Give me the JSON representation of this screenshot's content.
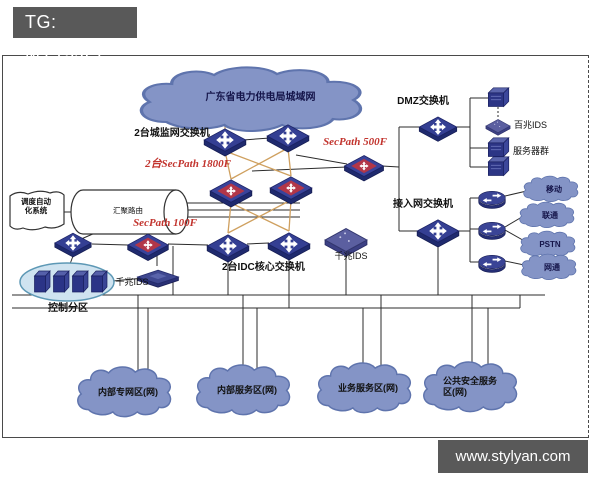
{
  "header": {
    "tag_label": "TG: MYYJJPP"
  },
  "footer": {
    "watermark": "www.stylyan.com"
  },
  "colors": {
    "banner_bg": "#595959",
    "cloud_fill": "#8494c6",
    "device_navy": "#343f93",
    "secpath_red": "#c2342e",
    "link_tan": "#cfa05f"
  },
  "diagram": {
    "wan_cloud_label": "广东省电力供电局城域网",
    "labels": {
      "city_switches": "2台城监网交换机",
      "secpath_1800": "2台SecPath 1800F",
      "secpath_500": "SecPath 500F",
      "secpath_100": "SecPath 100F",
      "dmz_switch": "DMZ交换机",
      "ids_100m": "百兆IDS",
      "server_cluster": "服务器群",
      "access_switch": "接入网交换机",
      "idc_core_switches": "2台IDC核心交换机",
      "gigabit_ids_mid": "千兆IDS",
      "gigabit_ids_left": "千兆IDS",
      "control_zone": "控制分区",
      "dispatch_system": "调度自动化系统",
      "trunk_cylinder": "汇聚路由"
    },
    "isp_clouds": [
      "移动",
      "联通",
      "PSTN",
      "网通"
    ],
    "zone_clouds": [
      "内部专网区(网)",
      "内部服务区(网)",
      "业务服务区(网)",
      "公共安全服务区(网)"
    ]
  }
}
